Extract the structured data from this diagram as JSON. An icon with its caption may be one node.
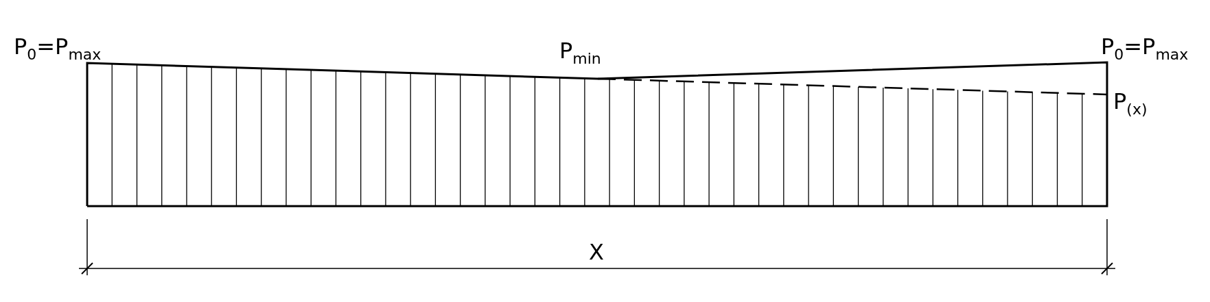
{
  "diagram": {
    "labels": [
      "P$_{0}$=P$_{max}$",
      "P$_{min}$",
      "P$_{0}$=P$_{max}$",
      "P$_{(x)}$",
      "X"
    ]
  }
}
